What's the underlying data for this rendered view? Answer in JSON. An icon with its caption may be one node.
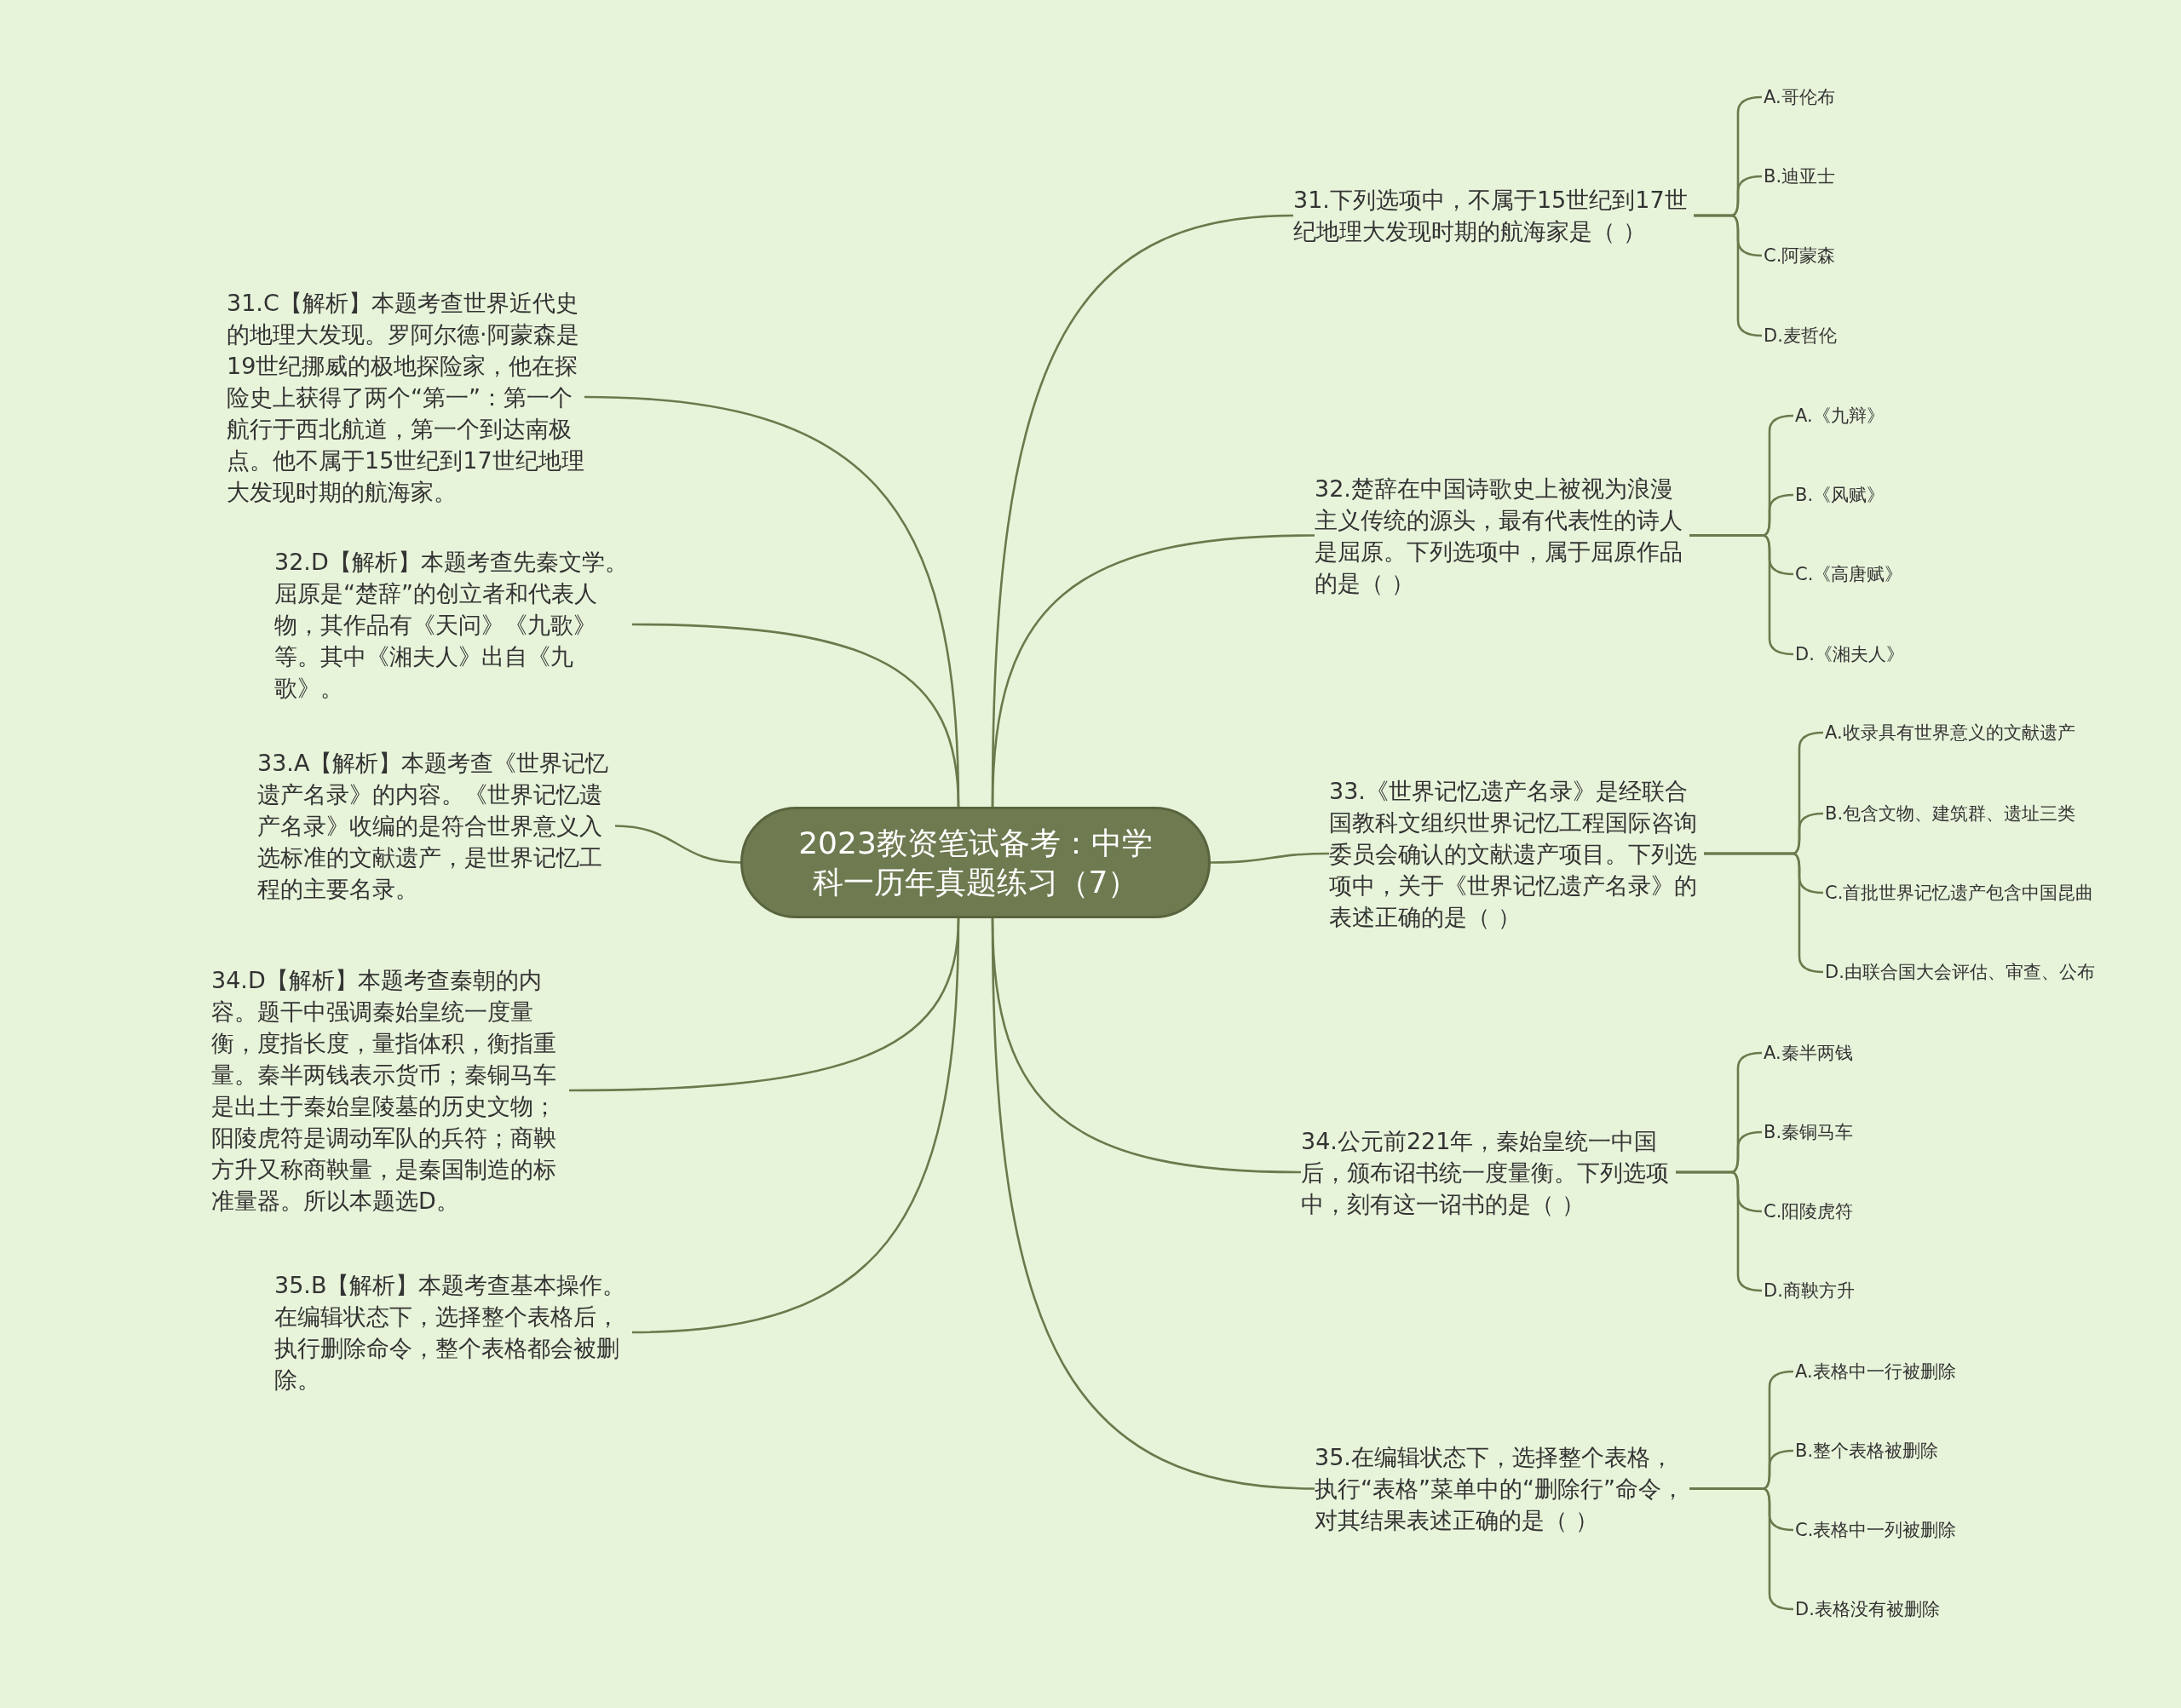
{
  "diagram": {
    "nodes": [
      {
        "text": [
          "2023教资笔试备考：中学科一历年真题练习（7）"
        ]
      },
      {
        "text": [
          "31.下列选项中，不属于15世纪到17世纪地理大发现时期的航海家是（ ）"
        ]
      },
      {
        "text": [
          "A.哥伦布"
        ]
      },
      {
        "text": [
          "B.迪亚士"
        ]
      },
      {
        "text": [
          "C.阿蒙森"
        ]
      },
      {
        "text": [
          "D.麦哲伦"
        ]
      },
      {
        "text": [
          "32.楚辞在中国诗歌史上被视为浪漫主义传统的源头，最有代表性的诗人是屈原。下列选项中，属于屈原作品的是（ ）"
        ]
      },
      {
        "text": [
          "A.《九辩》"
        ]
      },
      {
        "text": [
          "B.《风赋》"
        ]
      },
      {
        "text": [
          "C.《高唐赋》"
        ]
      },
      {
        "text": [
          "D.《湘夫人》"
        ]
      },
      {
        "text": [
          "33.《世界记忆遗产名录》是经联合国教科文组织世界记忆工程国际咨询委员会确认的文献遗产项目。下列选项中，关于《世界记忆遗产名录》的表述正确的是（ ）"
        ]
      },
      {
        "text": [
          "A.收录具有世界意义的文献遗产"
        ]
      },
      {
        "text": [
          "B.包含文物、建筑群、遗址三类"
        ]
      },
      {
        "text": [
          "C.首批世界记忆遗产包含中国昆曲"
        ]
      },
      {
        "text": [
          "D.由联合国大会评估、审查、公布"
        ]
      },
      {
        "text": [
          "34.公元前221年，秦始皇统一中国后，颁布诏书统一度量衡。下列选项中，刻有这一诏书的是（ ）"
        ]
      },
      {
        "text": [
          "A.秦半两钱"
        ]
      },
      {
        "text": [
          "B.秦铜马车"
        ]
      },
      {
        "text": [
          "C.阳陵虎符"
        ]
      },
      {
        "text": [
          "D.商鞅方升"
        ]
      },
      {
        "text": [
          "35.在编辑状态下，选择整个表格，执行“表格”菜单中的“删除行”命令，对其结果表述正确的是（ ）"
        ]
      },
      {
        "text": [
          "A.表格中一行被删除"
        ]
      },
      {
        "text": [
          "B.整个表格被删除"
        ]
      },
      {
        "text": [
          "C.表格中一列被删除"
        ]
      },
      {
        "text": [
          "D.表格没有被删除"
        ]
      },
      {
        "text": [
          "31.C【解析】本题考查世界近代史的地理大发现。罗阿尔德·阿蒙森是19世纪挪威的极地探险家，他在探险史上获得了两个“第一”：第一个航行于西北航道，第一个到达南极点。他不属于15世纪到17世纪地理大发现时期的航海家。"
        ]
      },
      {
        "text": [
          "32.D【解析】本题考查先秦文学。屈原是“楚辞”的创立者和代表人物，其作品有《天问》《九歌》等。其中《湘夫人》出自《九歌》。"
        ]
      },
      {
        "text": [
          "33.A【解析】本题考查《世界记忆遗产名录》的内容。《世界记忆遗产名录》收编的是符合世界意义入选标准的文献遗产，是世界记忆工程的主要名录。"
        ]
      },
      {
        "text": [
          "34.D【解析】本题考查秦朝的内容。题干中强调秦始皇统一度量衡，度指长度，量指体积，衡指重量。秦半两钱表示货币；秦铜马车是出土于秦始皇陵墓的历史文物；阳陵虎符是调动军队的兵符；商鞅方升又称商鞅量，是秦国制造的标准量器。所以本题选D。"
        ]
      },
      {
        "text": [
          "35.B【解析】本题考查基本操作。在编辑状态下，选择整个表格后，执行删除命令，整个表格都会被删除。"
        ]
      }
    ],
    "edges": [
      {
        "from": 0,
        "to": 1,
        "arrow": "none"
      },
      {
        "from": 1,
        "to": 2,
        "arrow": "none"
      },
      {
        "from": 1,
        "to": 3,
        "arrow": "none"
      },
      {
        "from": 1,
        "to": 4,
        "arrow": "none"
      },
      {
        "from": 1,
        "to": 5,
        "arrow": "none"
      },
      {
        "from": 0,
        "to": 6,
        "arrow": "none"
      },
      {
        "from": 6,
        "to": 7,
        "arrow": "none"
      },
      {
        "from": 6,
        "to": 8,
        "arrow": "none"
      },
      {
        "from": 6,
        "to": 9,
        "arrow": "none"
      },
      {
        "from": 6,
        "to": 10,
        "arrow": "none"
      },
      {
        "from": 0,
        "to": 11,
        "arrow": "none"
      },
      {
        "from": 11,
        "to": 12,
        "arrow": "none"
      },
      {
        "from": 11,
        "to": 13,
        "arrow": "none"
      },
      {
        "from": 11,
        "to": 14,
        "arrow": "none"
      },
      {
        "from": 11,
        "to": 15,
        "arrow": "none"
      },
      {
        "from": 0,
        "to": 16,
        "arrow": "none"
      },
      {
        "from": 16,
        "to": 17,
        "arrow": "none"
      },
      {
        "from": 16,
        "to": 18,
        "arrow": "none"
      },
      {
        "from": 16,
        "to": 19,
        "arrow": "none"
      },
      {
        "from": 16,
        "to": 20,
        "arrow": "none"
      },
      {
        "from": 0,
        "to": 21,
        "arrow": "none"
      },
      {
        "from": 21,
        "to": 22,
        "arrow": "none"
      },
      {
        "from": 21,
        "to": 23,
        "arrow": "none"
      },
      {
        "from": 21,
        "to": 24,
        "arrow": "none"
      },
      {
        "from": 21,
        "to": 25,
        "arrow": "none"
      },
      {
        "from": 0,
        "to": 26,
        "arrow": "none"
      },
      {
        "from": 0,
        "to": 27,
        "arrow": "none"
      },
      {
        "from": 0,
        "to": 28,
        "arrow": "none"
      },
      {
        "from": 0,
        "to": 29,
        "arrow": "none"
      },
      {
        "from": 0,
        "to": 30,
        "arrow": "none"
      }
    ]
  }
}
